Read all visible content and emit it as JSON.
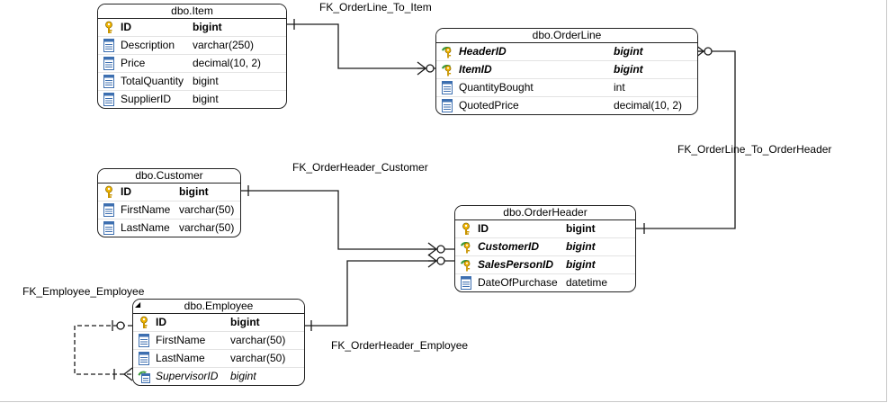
{
  "relationships": {
    "orderline_to_item": "FK_OrderLine_To_Item",
    "orderline_to_orderheader": "FK_OrderLine_To_OrderHeader",
    "orderheader_customer": "FK_OrderHeader_Customer",
    "employee_employee": "FK_Employee_Employee",
    "orderheader_employee": "FK_OrderHeader_Employee"
  },
  "tables": {
    "item": {
      "title": "dbo.Item",
      "columns": [
        {
          "name": "ID",
          "type": "bigint",
          "icon": "primary-key-icon"
        },
        {
          "name": "Description",
          "type": "varchar(250)",
          "icon": "column-icon"
        },
        {
          "name": "Price",
          "type": "decimal(10, 2)",
          "icon": "column-icon"
        },
        {
          "name": "TotalQuantity",
          "type": "bigint",
          "icon": "column-icon"
        },
        {
          "name": "SupplierID",
          "type": "bigint",
          "icon": "column-icon"
        }
      ]
    },
    "orderline": {
      "title": "dbo.OrderLine",
      "columns": [
        {
          "name": "HeaderID",
          "type": "bigint",
          "icon": "primary-foreign-key-icon"
        },
        {
          "name": "ItemID",
          "type": "bigint",
          "icon": "primary-foreign-key-icon"
        },
        {
          "name": "QuantityBought",
          "type": "int",
          "icon": "column-icon"
        },
        {
          "name": "QuotedPrice",
          "type": "decimal(10, 2)",
          "icon": "column-icon"
        }
      ]
    },
    "customer": {
      "title": "dbo.Customer",
      "columns": [
        {
          "name": "ID",
          "type": "bigint",
          "icon": "primary-key-icon"
        },
        {
          "name": "FirstName",
          "type": "varchar(50)",
          "icon": "column-icon"
        },
        {
          "name": "LastName",
          "type": "varchar(50)",
          "icon": "column-icon"
        }
      ]
    },
    "orderheader": {
      "title": "dbo.OrderHeader",
      "columns": [
        {
          "name": "ID",
          "type": "bigint",
          "icon": "primary-key-icon"
        },
        {
          "name": "CustomerID",
          "type": "bigint",
          "icon": "primary-foreign-key-icon"
        },
        {
          "name": "SalesPersonID",
          "type": "bigint",
          "icon": "primary-foreign-key-icon"
        },
        {
          "name": "DateOfPurchase",
          "type": "datetime",
          "icon": "column-icon"
        }
      ]
    },
    "employee": {
      "title": "dbo.Employee",
      "columns": [
        {
          "name": "ID",
          "type": "bigint",
          "icon": "primary-key-icon"
        },
        {
          "name": "FirstName",
          "type": "varchar(50)",
          "icon": "column-icon"
        },
        {
          "name": "LastName",
          "type": "varchar(50)",
          "icon": "column-icon"
        },
        {
          "name": "SupervisorID",
          "type": "bigint",
          "icon": "foreign-key-icon"
        }
      ]
    }
  },
  "colors": {
    "line": "#1a1a1a",
    "key_gold": "#f0b400",
    "key_green": "#3a9a3a",
    "column_blue": "#3d6fb0"
  }
}
